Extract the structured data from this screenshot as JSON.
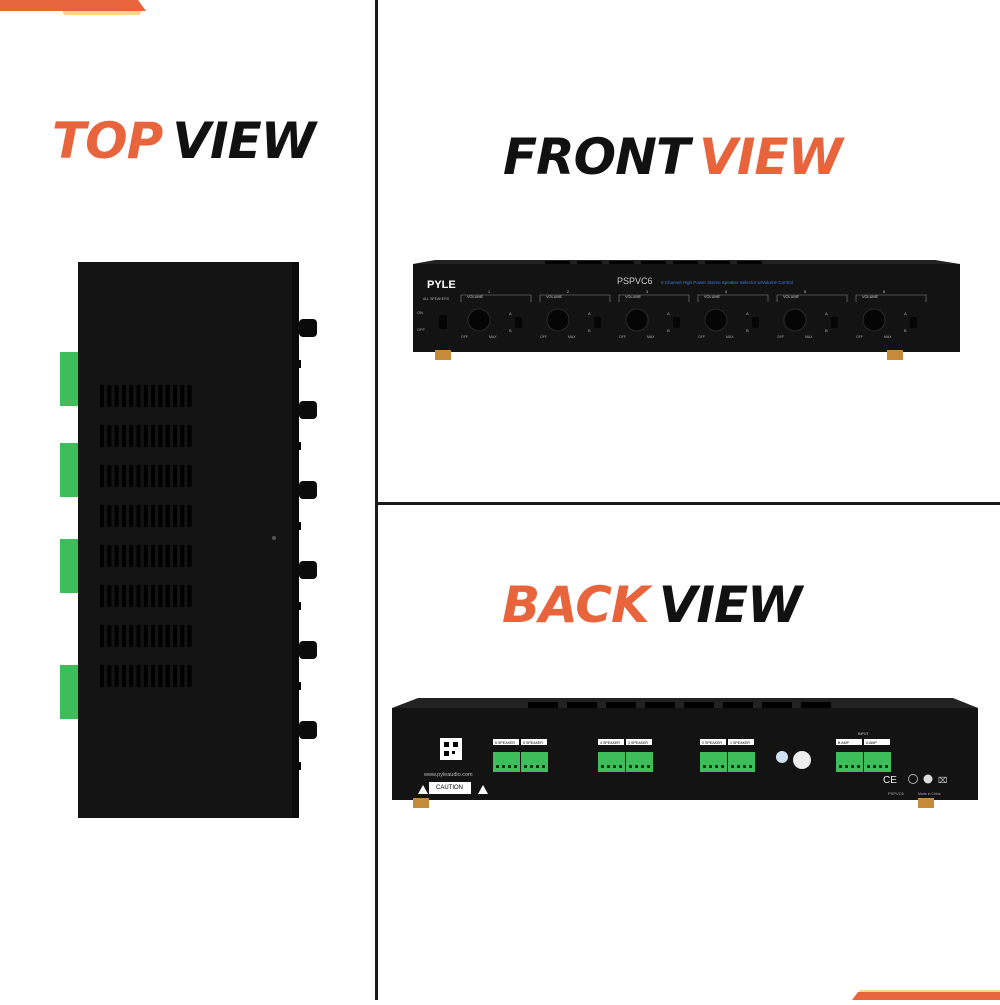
{
  "colors": {
    "accent": "#E8643C",
    "accent_light": "#F5D98A",
    "device": "#141414",
    "terminal": "#3DBE5A",
    "divider": "#1a1a1a"
  },
  "top_view": {
    "word1": "TOP",
    "word2": "VIEW"
  },
  "front_view": {
    "word1": "FRONT",
    "word2": "VIEW",
    "device": {
      "brand": "PYLE",
      "model": "PSPVC6",
      "description": "6 Channel High Power Stereo Speaker Selector w/Volume Control",
      "all_speakers_label": "ALL SPEAKERS",
      "on_label": "ON",
      "off_label": "OFF",
      "volume_label": "VOLUME",
      "min_label": "OFF",
      "max_label": "MAX",
      "a_label": "A",
      "b_label": "B",
      "channels": [
        "1",
        "2",
        "3",
        "4",
        "5",
        "6"
      ]
    }
  },
  "back_view": {
    "word1": "BACK",
    "word2": "VIEW",
    "device": {
      "website": "www.pyleaudio.com",
      "caution_label": "CAUTION",
      "model": "PSPVC6",
      "made_in": "Made in China",
      "ce_mark": "CE",
      "terminal_groups": [
        [
          "6 SPEAKER",
          "5 SPEAKER"
        ],
        [
          "4 SPEAKER",
          "3 SPEAKER"
        ],
        [
          "2 SPEAKER",
          "1 SPEAKER"
        ],
        [
          "B AMP",
          "A AMP"
        ]
      ],
      "input_label": "INPUT"
    }
  }
}
